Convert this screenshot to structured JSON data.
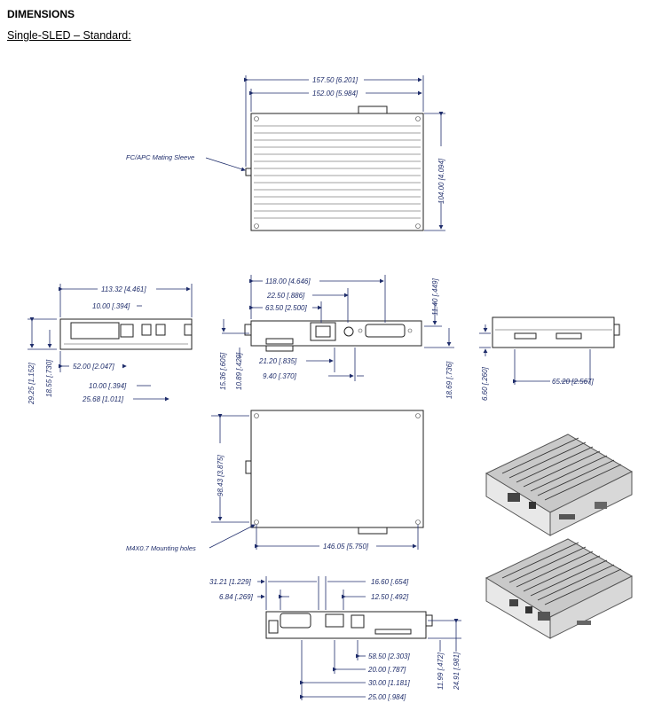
{
  "header": {
    "title": "DIMENSIONS",
    "subtitle": "Single-SLED – Standard:"
  },
  "dimensions": {
    "top_overall_width": "157.50 [6.201]",
    "top_body_width": "152.00 [5.984]",
    "top_height": "104.00 [4.094]",
    "fc_apc_label": "FC/APC Mating Sleeve",
    "left_overall_width": "113.32 [4.461]",
    "left_10_00": "10.00 [.394]",
    "left_52_00": "52.00 [2.047]",
    "left_10_00_b": "10.00 [.394]",
    "left_25_68": "25.68 [1.011]",
    "left_29_25": "29.25 [1.152]",
    "left_18_55": "18.55 [.730]",
    "front_118_00": "118.00 [4.646]",
    "front_22_50": "22.50 [.886]",
    "front_63_50": "63.50 [2.500]",
    "front_11_40": "11.40 [.449]",
    "front_21_20": "21.20 [.835]",
    "front_9_40": "9.40 [.370]",
    "front_15_36": "15.36 [.605]",
    "front_10_89": "10.89 [.429]",
    "front_18_69": "18.69 [.736]",
    "right_65_20": "65.20 [2.567]",
    "right_6_60": "6.60 [.260]",
    "bottom_98_43": "98.43 [3.875]",
    "bottom_146_05": "146.05 [5.750]",
    "mounting_label": "M4X0.7 Mounting holes",
    "rear_31_21": "31.21 [1.229]",
    "rear_6_84": "6.84 [.269]",
    "rear_16_60": "16.60 [.654]",
    "rear_12_50": "12.50 [.492]",
    "rear_58_50": "58.50 [2.303]",
    "rear_20_00": "20.00 [.787]",
    "rear_30_00": "30.00 [1.181]",
    "rear_25_00": "25.00 [.984]",
    "rear_11_99": "11.99 [.472]",
    "rear_24_91": "24.91 [.981]"
  }
}
